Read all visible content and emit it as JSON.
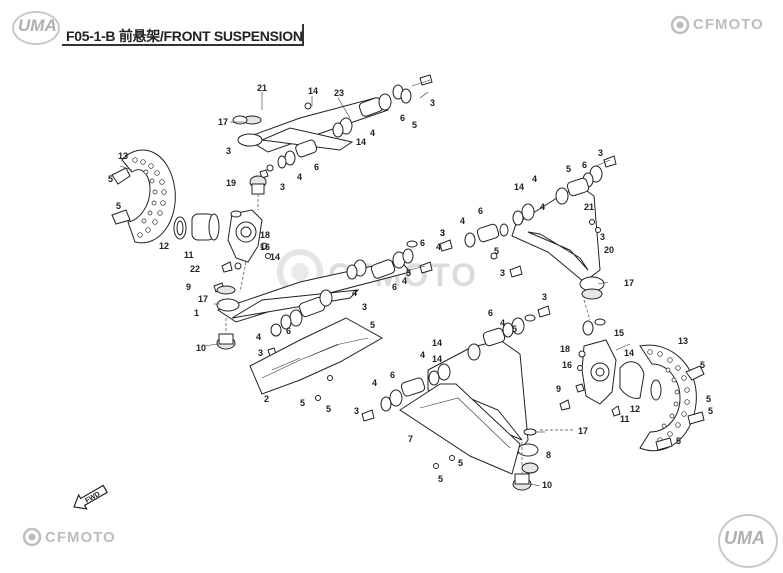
{
  "brand": {
    "uma_logo_top": "UMA",
    "uma_logo_bottom": "UMA",
    "cfmoto_top": "CFMOTO",
    "cfmoto_bottom": "CFMOTO",
    "cfmoto_watermark": "CFMOTO"
  },
  "title": "F05-1-B 前悬架/FRONT SUSPENSION",
  "fwd_label": "FWD",
  "callouts": {
    "upper_left_arm": [
      "21",
      "14",
      "23",
      "3",
      "17",
      "6",
      "5",
      "4",
      "14",
      "3",
      "6",
      "4",
      "19",
      "3"
    ],
    "left_knuckle": [
      "13",
      "5",
      "5",
      "12",
      "11",
      "18",
      "16",
      "14",
      "22",
      "9",
      "17"
    ],
    "lower_left_arm": [
      "3",
      "4",
      "6",
      "5",
      "4",
      "6",
      "4",
      "3",
      "5",
      "6",
      "4",
      "1",
      "3",
      "10",
      "2",
      "5",
      "5"
    ],
    "upper_right_arm": [
      "3",
      "6",
      "5",
      "14",
      "4",
      "4",
      "21",
      "3",
      "4",
      "3",
      "6",
      "5",
      "20",
      "17",
      "3"
    ],
    "lower_right_arm": [
      "6",
      "3",
      "4",
      "5",
      "14",
      "4",
      "14",
      "6",
      "4",
      "3",
      "17",
      "7",
      "8",
      "10",
      "5",
      "5"
    ],
    "right_knuckle": [
      "15",
      "18",
      "16",
      "14",
      "13",
      "5",
      "5",
      "9",
      "12",
      "11",
      "5",
      "5"
    ]
  },
  "colors": {
    "line": "#222222",
    "logo_gray": "#bdbdbd",
    "watermark": "#d9d9d9"
  }
}
